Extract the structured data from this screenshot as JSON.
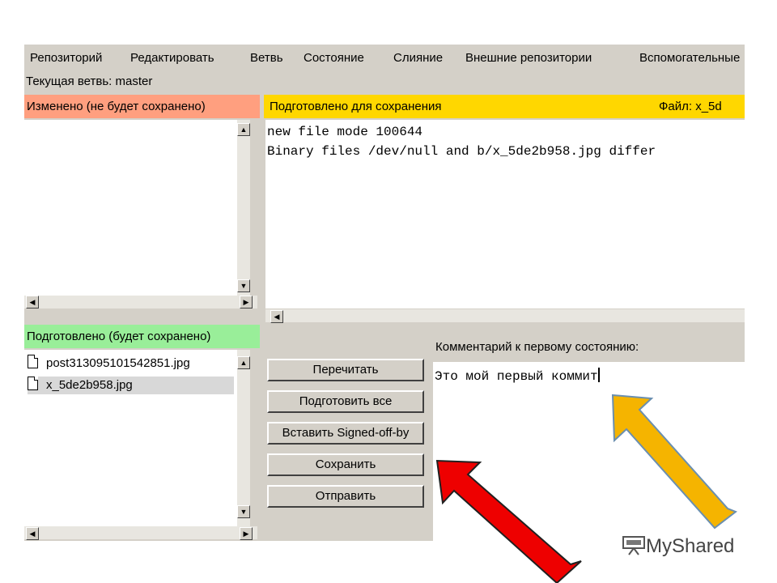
{
  "menu": [
    "Репозиторий",
    "Редактировать",
    "Ветвь",
    "Состояние",
    "Слияние",
    "Внешние репозитории",
    "Вспомогательные"
  ],
  "current_branch": "Текущая ветвь: master",
  "unstaged": {
    "header": "Изменено (не будет сохранено)",
    "header_color": "#ff9f7f"
  },
  "staged": {
    "header": "Подготовлено (будет сохранено)",
    "header_color": "#99ee99",
    "files": [
      "post313095101542851.jpg",
      "x_5de2b958.jpg"
    ]
  },
  "diff": {
    "header": "Подготовлено для сохранения",
    "file_label": "Файл:  x_5d",
    "header_color": "#ffd700",
    "lines": [
      "new file mode 100644",
      "Binary files /dev/null and b/x_5de2b958.jpg differ"
    ]
  },
  "buttons": {
    "rescan": "Перечитать",
    "stage_all": "Подготовить все",
    "signoff": "Вставить Signed-off-by",
    "commit": "Сохранить",
    "push": "Отправить"
  },
  "commit_message": {
    "label": "Комментарий к первому состоянию:",
    "text": "Это мой первый коммит"
  },
  "annotations": {
    "red_arrow_color": "#ee0000",
    "yellow_arrow_color": "#f5b400"
  },
  "watermark": "MyShared"
}
